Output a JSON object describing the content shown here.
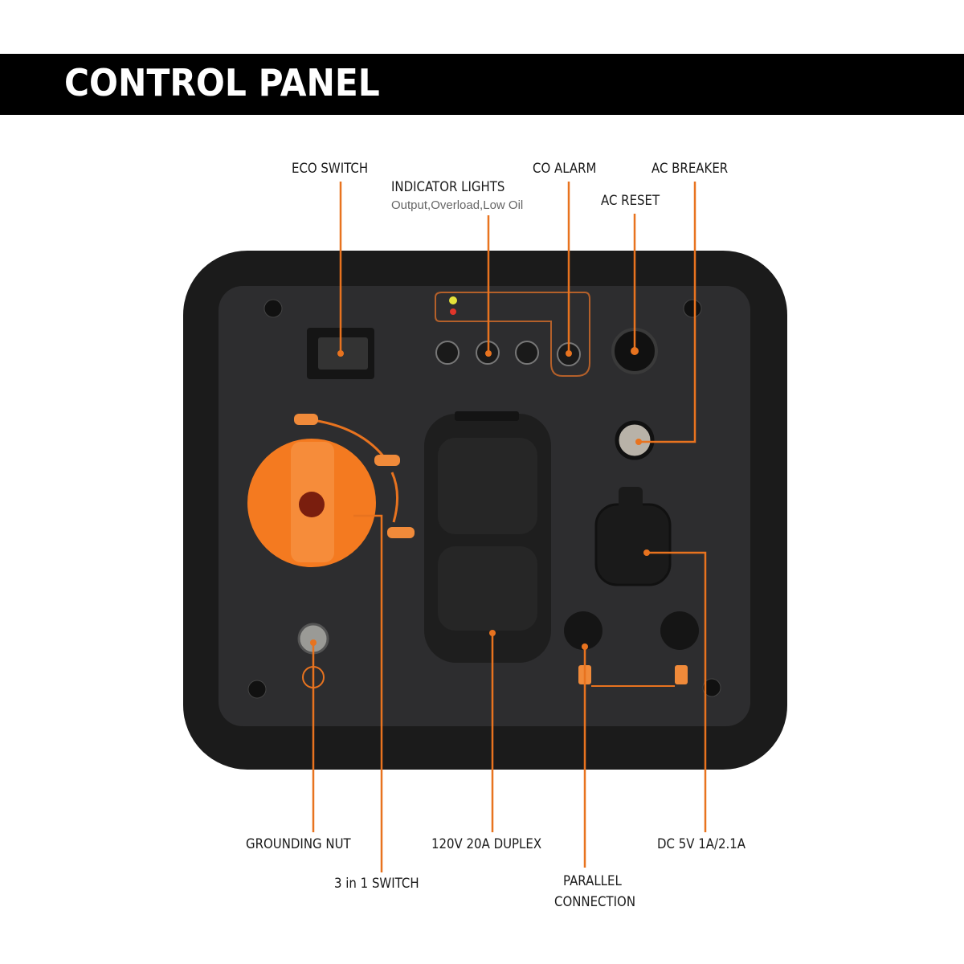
{
  "header": {
    "title": "CONTROL PANEL"
  },
  "callouts": {
    "eco_switch": "ECO SWITCH",
    "indicator_lights": "INDICATOR LIGHTS",
    "indicator_lights_sub": "Output,Overload,Low Oil",
    "co_alarm": "CO ALARM",
    "ac_reset": "AC RESET",
    "ac_breaker": "AC BREAKER",
    "grounding_nut": "GROUNDING NUT",
    "three_in_one_switch": "3 in 1 SWITCH",
    "duplex": "120V 20A DUPLEX",
    "parallel_line1": "PARALLEL",
    "parallel_line2": "CONNECTION",
    "dc": "DC 5V 1A/2.1A"
  },
  "colors": {
    "accent": "#e8731f",
    "banner": "#000000",
    "panel": "#1b1b1b",
    "plate": "#2d2d2f"
  }
}
